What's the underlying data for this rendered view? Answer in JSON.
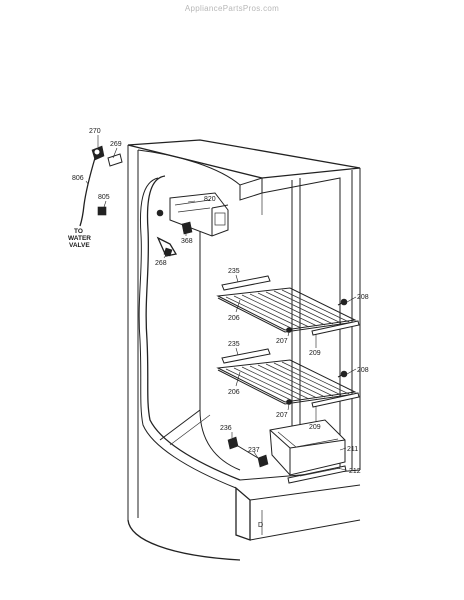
{
  "watermark": "AppliancePartsPros.com",
  "water_note": [
    "TO",
    "WATER",
    "VALVE"
  ],
  "figure_code": "D",
  "parts": {
    "p270": "270",
    "p269": "269",
    "p806": "806",
    "p805": "805",
    "p820": "820",
    "p368": "368",
    "p268": "268",
    "p235a": "235",
    "p206a": "206",
    "p208a": "208",
    "p207a": "207",
    "p209a": "209",
    "p235b": "235",
    "p206b": "206",
    "p208b": "208",
    "p207b": "207",
    "p209b": "209",
    "p236": "236",
    "p237": "237",
    "p211": "211",
    "p212": "212"
  }
}
